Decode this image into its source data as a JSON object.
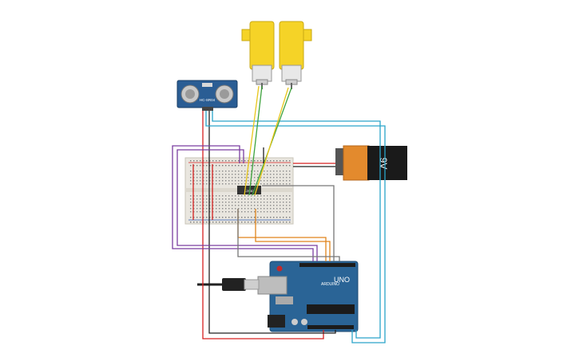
{
  "sensor": {
    "model": "HC-SR04"
  },
  "driver_ic": {
    "label": "L293D"
  },
  "battery": {
    "voltage": "9V"
  },
  "arduino": {
    "brand": "ARDUINO",
    "model": "UNO"
  },
  "colors": {
    "motor_yellow": "#f5d327",
    "board_blue": "#2a6496",
    "battery_orange": "#e38a2d",
    "battery_black": "#1a1a1a",
    "breadboard": "#e9e6df",
    "wire_red": "#d62020",
    "wire_black": "#222222",
    "wire_cyan": "#2aa5c9",
    "wire_purple": "#7b3fa0",
    "wire_orange": "#e0851c",
    "wire_green": "#3ea33e",
    "wire_gray": "#777777",
    "wire_yellow": "#e8c61b"
  }
}
